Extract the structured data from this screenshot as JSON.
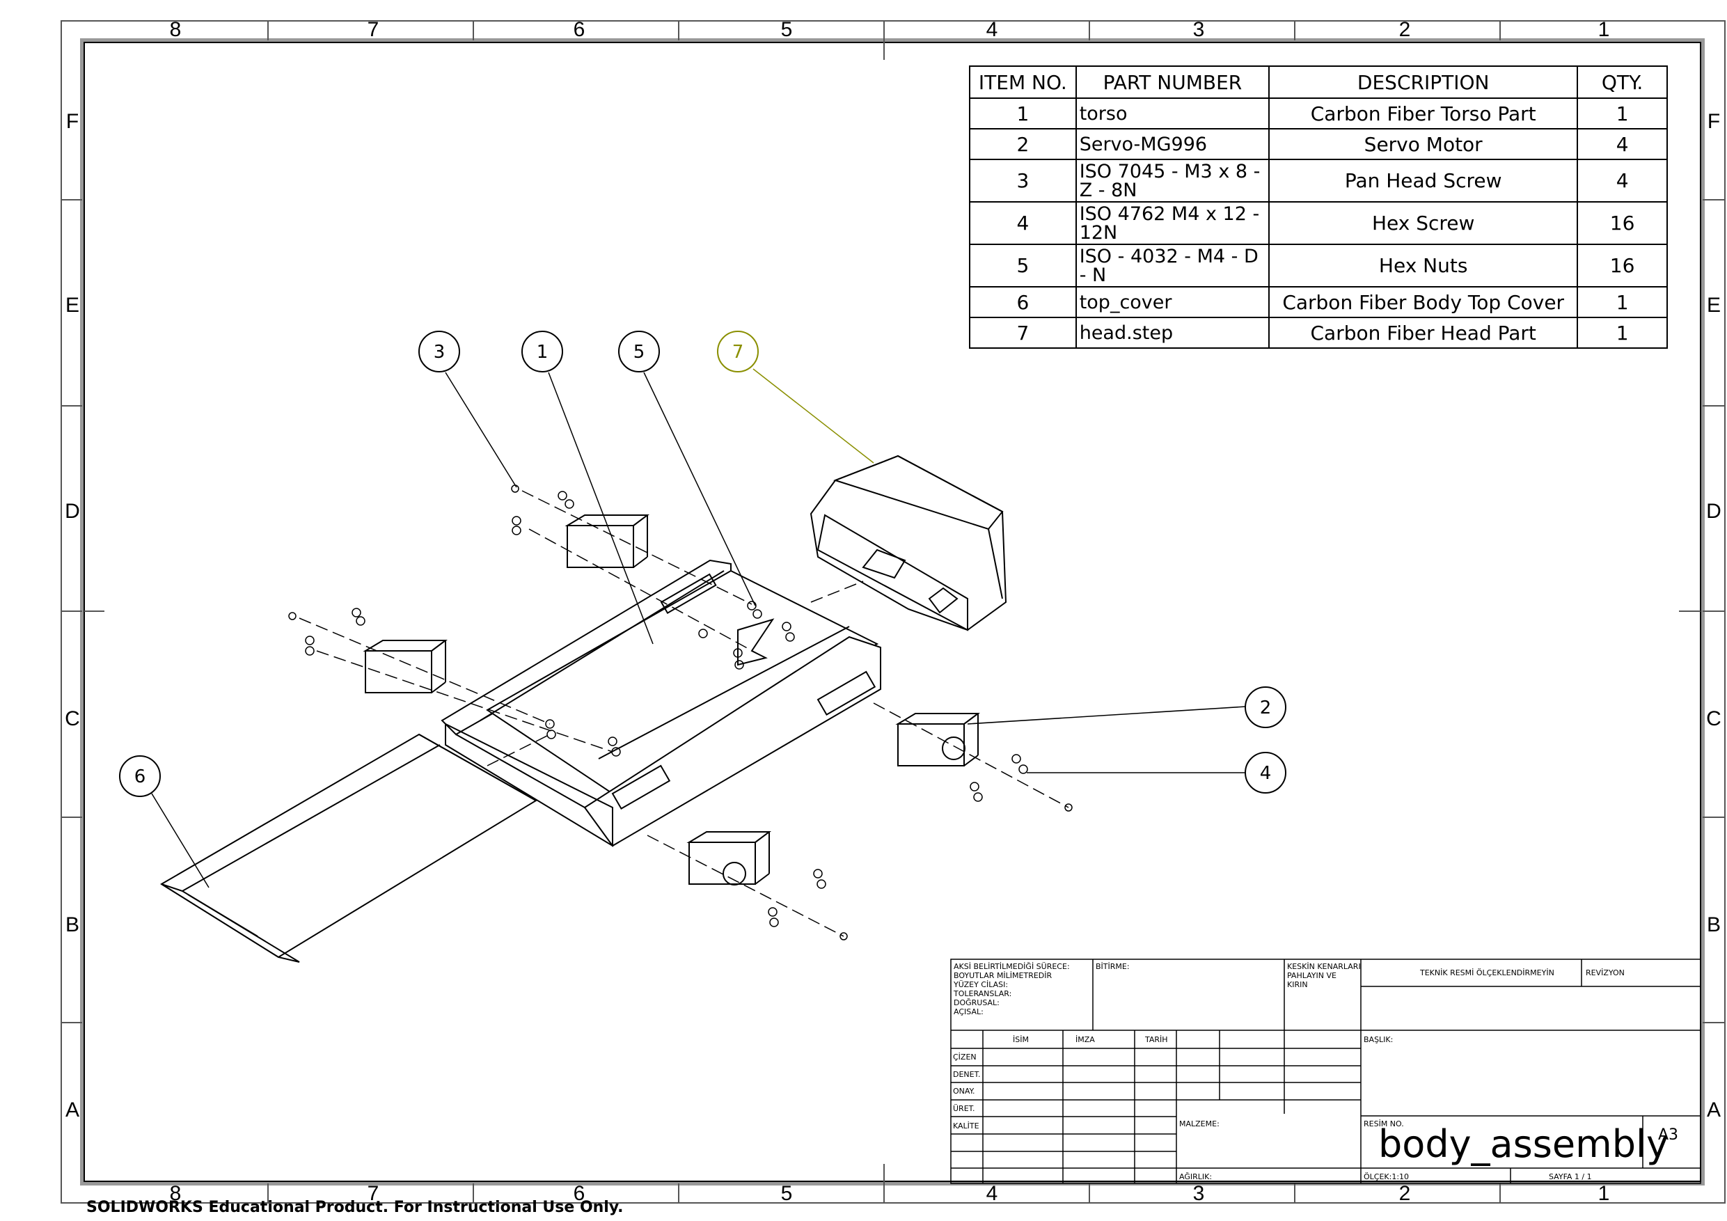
{
  "zones": {
    "columns": [
      "8",
      "7",
      "6",
      "5",
      "4",
      "3",
      "2",
      "1"
    ],
    "rows": [
      "F",
      "E",
      "D",
      "C",
      "B",
      "A"
    ]
  },
  "bom": {
    "headers": [
      "ITEM NO.",
      "PART NUMBER",
      "DESCRIPTION",
      "QTY."
    ],
    "rows": [
      {
        "item": "1",
        "part": "torso",
        "description": "Carbon Fiber Torso Part",
        "qty": "1"
      },
      {
        "item": "2",
        "part": "Servo-MG996",
        "description": "Servo Motor",
        "qty": "4"
      },
      {
        "item": "3",
        "part": "ISO 7045 - M3 x 8 - Z - 8N",
        "description": "Pan Head Screw",
        "qty": "4"
      },
      {
        "item": "4",
        "part": "ISO 4762 M4 x 12 - 12N",
        "description": "Hex Screw",
        "qty": "16"
      },
      {
        "item": "5",
        "part": "ISO - 4032 - M4 - D - N",
        "description": "Hex Nuts",
        "qty": "16"
      },
      {
        "item": "6",
        "part": "top_cover",
        "description": "Carbon Fiber Body Top Cover",
        "qty": "1"
      },
      {
        "item": "7",
        "part": "head.step",
        "description": "Carbon Fiber Head Part",
        "qty": "1"
      }
    ]
  },
  "balloons": [
    "3",
    "1",
    "5",
    "7",
    "2",
    "4",
    "6"
  ],
  "balloon_colors": {
    "default": "#000000",
    "highlight": "#8a8f00"
  },
  "title_block": {
    "notes": "AKSİ BELİRTİLMEDİĞİ SÜRECE:\nBOYUTLAR MİLİMETREDİR\nYÜZEY CİLASI:\nTOLERANSLAR:\n   DOĞRUSAL:\n   AÇISAL:",
    "finish": "BİTİRME:",
    "deburr": "KESKİN KENARLARI\nPAHLAYIN VE\nKIRIN",
    "do_not_scale": "TEKNİK RESMİ ÖLÇEKLENDİRMEYİN",
    "revision": "REVİZYON",
    "col_name": "İSİM",
    "col_signature": "İMZA",
    "col_date": "TARİH",
    "roles": [
      "ÇİZEN",
      "DENET.",
      "ONAY.",
      "ÜRET.",
      "KALİTE"
    ],
    "title_label": "BAŞLIK:",
    "material": "MALZEME:",
    "drawing_no_label": "RESİM NO.",
    "drawing_name": "body_assembly",
    "sheet_size": "A3",
    "weight": "AĞIRLIK:",
    "scale": "ÖLÇEK:1:10",
    "sheet": "SAYFA 1 / 1"
  },
  "footer_note": "SOLIDWORKS Educational Product. For Instructional Use Only."
}
